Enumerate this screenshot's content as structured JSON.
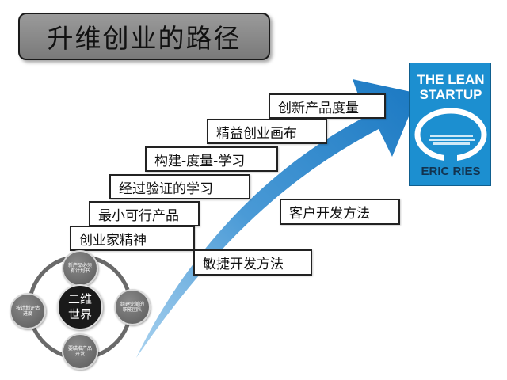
{
  "title": "升维创业的路径",
  "steps": [
    "创新产品度量",
    "精益创业画布",
    "构建-度量-学习",
    "经过验证的学习",
    "最小可行产品",
    "创业家精神"
  ],
  "side_labels": {
    "customer_dev": "客户开发方法",
    "agile_dev": "敏捷开发方法"
  },
  "book": {
    "line1": "THE LEAN",
    "line2": "STARTUP",
    "author": "ERIC RIES"
  },
  "cycle": {
    "center": "二维世界",
    "top": "新产品必须有计划书",
    "right": "组建完美的职能团队",
    "bottom": "要瞄准产品开发",
    "left": "按计划评估进度"
  },
  "colors": {
    "arrow_light": "#8cc3ea",
    "arrow_dark": "#1e7fc6",
    "book_blue": "#1c8fd0"
  }
}
